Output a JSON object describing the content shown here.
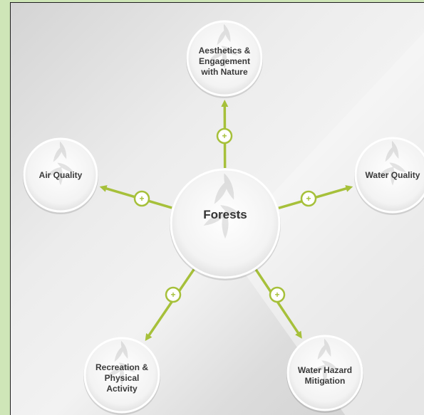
{
  "diagram": {
    "center": {
      "label": "Forests"
    },
    "nodes": [
      {
        "id": "aesthetics",
        "label_lines": [
          "Aesthetics &",
          "Engagement",
          "with Nature"
        ]
      },
      {
        "id": "air-quality",
        "label_lines": [
          "Air Quality"
        ]
      },
      {
        "id": "water-quality",
        "label_lines": [
          "Water Quality"
        ]
      },
      {
        "id": "recreation",
        "label_lines": [
          "Recreation &",
          "Physical",
          "Activity"
        ]
      },
      {
        "id": "water-hazard",
        "label_lines": [
          "Water Hazard",
          "Mitigation"
        ]
      }
    ],
    "connector_symbol": "+",
    "colors": {
      "arrow": "#a6c03a",
      "node_fill": "#f4f4f4",
      "node_border": "#ffffff",
      "frame": "#cfe6b8"
    }
  }
}
